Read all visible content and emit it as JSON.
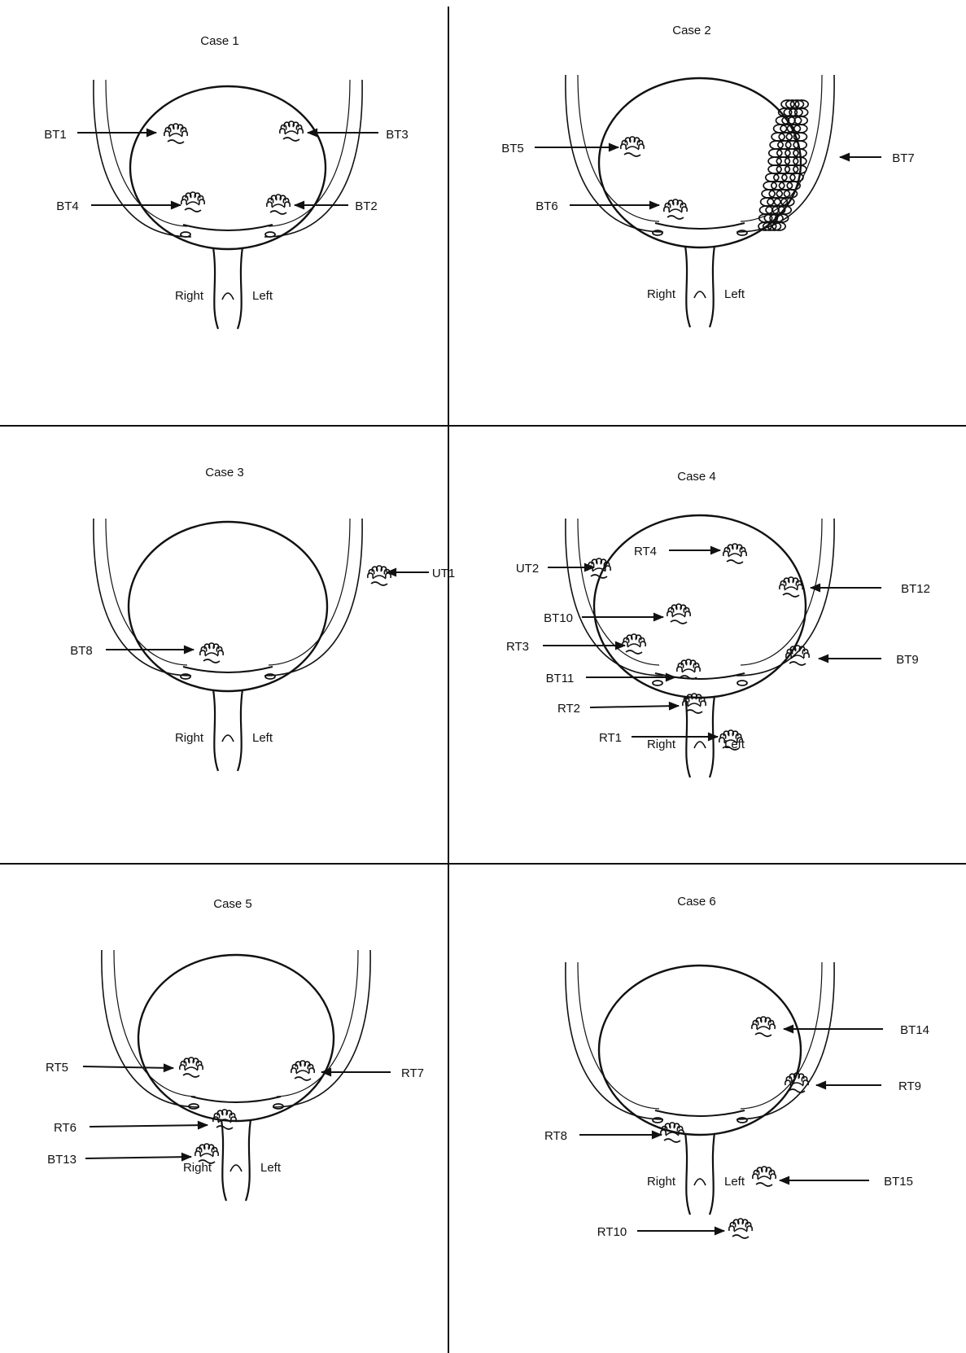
{
  "panels": [
    {
      "title": "Case 1",
      "right_label": "Right",
      "left_label": "Left",
      "tumors": [
        {
          "label": "BT1",
          "fill": false
        },
        {
          "label": "BT3",
          "fill": false
        },
        {
          "label": "BT4",
          "fill": false
        },
        {
          "label": "BT2",
          "fill": false
        }
      ]
    },
    {
      "title": "Case 2",
      "right_label": "Right",
      "left_label": "Left",
      "tumors": [
        {
          "label": "BT5",
          "fill": false
        },
        {
          "label": "BT6",
          "fill": false
        },
        {
          "label": "BT7",
          "fill": true
        }
      ]
    },
    {
      "title": "Case 3",
      "right_label": "Right",
      "left_label": "Left",
      "tumors": [
        {
          "label": "UT1",
          "fill": false
        },
        {
          "label": "BT8",
          "fill": false
        }
      ]
    },
    {
      "title": "Case 4",
      "right_label": "Right",
      "left_label": "Left",
      "tumors": [
        {
          "label": "RT4",
          "fill": false
        },
        {
          "label": "UT2",
          "fill": false
        },
        {
          "label": "BT12",
          "fill": false
        },
        {
          "label": "BT10",
          "fill": false
        },
        {
          "label": "RT3",
          "fill": false
        },
        {
          "label": "BT9",
          "fill": false
        },
        {
          "label": "BT11",
          "fill": false
        },
        {
          "label": "RT2",
          "fill": false
        },
        {
          "label": "RT1",
          "fill": false
        }
      ]
    },
    {
      "title": "Case 5",
      "right_label": "Right",
      "left_label": "Left",
      "tumors": [
        {
          "label": "RT5",
          "fill": false
        },
        {
          "label": "RT7",
          "fill": false
        },
        {
          "label": "RT6",
          "fill": false
        },
        {
          "label": "BT13",
          "fill": false
        }
      ]
    },
    {
      "title": "Case 6",
      "right_label": "Right",
      "left_label": "Left",
      "tumors": [
        {
          "label": "BT14",
          "fill": false
        },
        {
          "label": "RT9",
          "fill": false
        },
        {
          "label": "RT8",
          "fill": false
        },
        {
          "label": "BT15",
          "fill": false
        },
        {
          "label": "RT10",
          "fill": false
        }
      ]
    }
  ],
  "colors": {
    "line": "#111111",
    "background": "#ffffff"
  }
}
